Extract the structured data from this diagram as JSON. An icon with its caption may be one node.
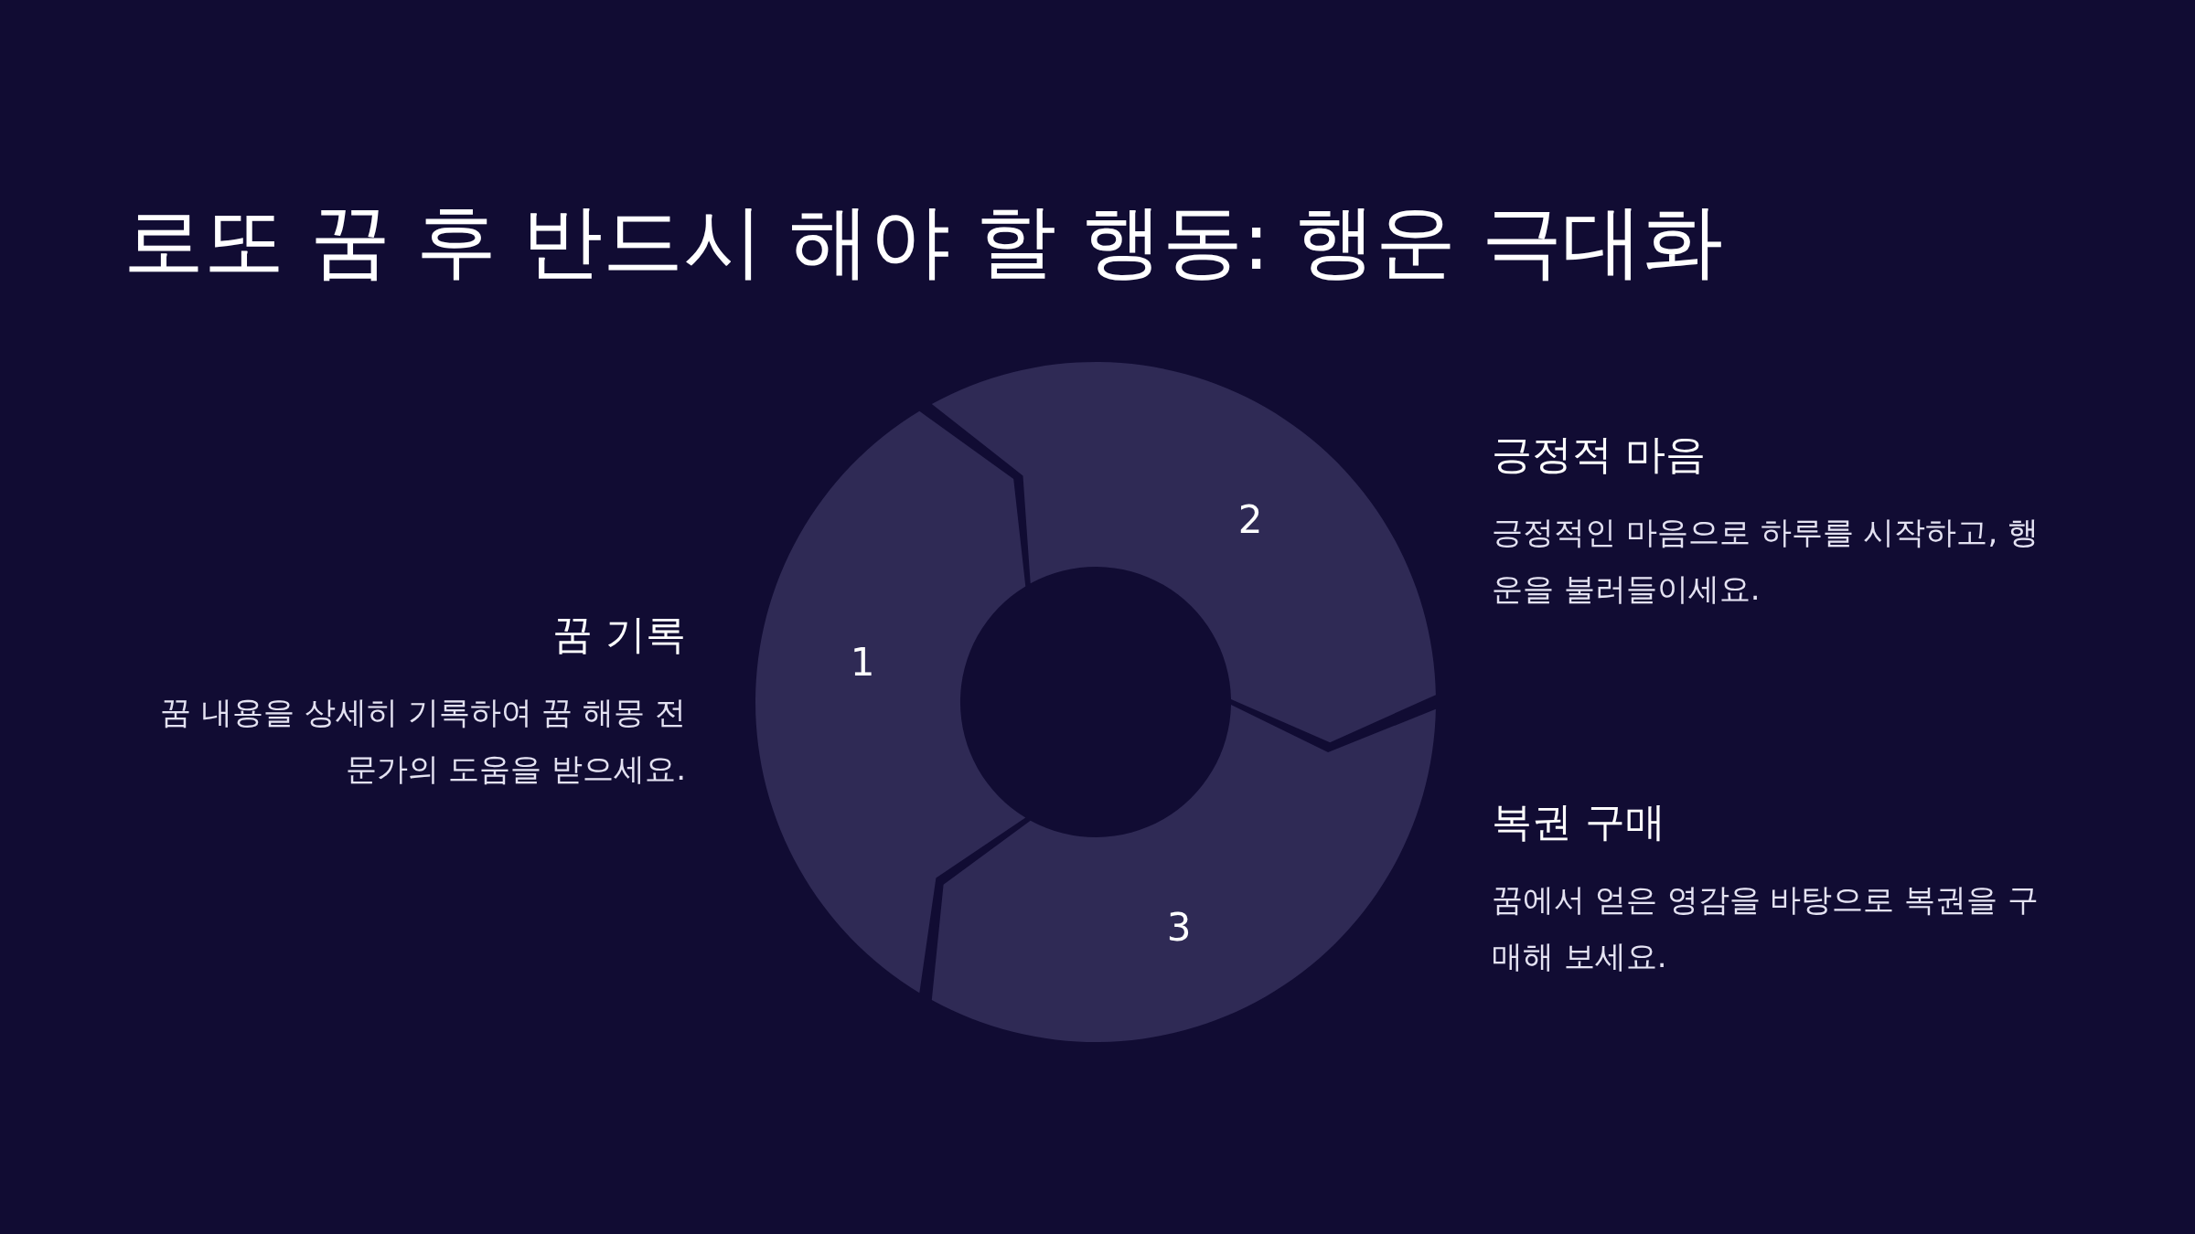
{
  "diagram": {
    "title": "로또 꿈 후 반드시 해야 할 행동: 행운 극대화",
    "nodes": [
      {
        "text": [
          "1"
        ],
        "beside": [
          "꿈 기록",
          "꿈 내용을 상세히 기록하여 꿈 해몽 전문가의 도움을 받으세요."
        ]
      },
      {
        "text": [
          "2"
        ],
        "beside": [
          "긍정적 마음",
          "긍정적인 마음으로 하루를 시작하고, 행운을 불러들이세요."
        ]
      },
      {
        "text": [
          "3"
        ],
        "beside": [
          "복권 구매",
          "꿈에서 얻은 영감을 바탕으로 복권을 구매해 보세요."
        ]
      }
    ],
    "edges": []
  }
}
